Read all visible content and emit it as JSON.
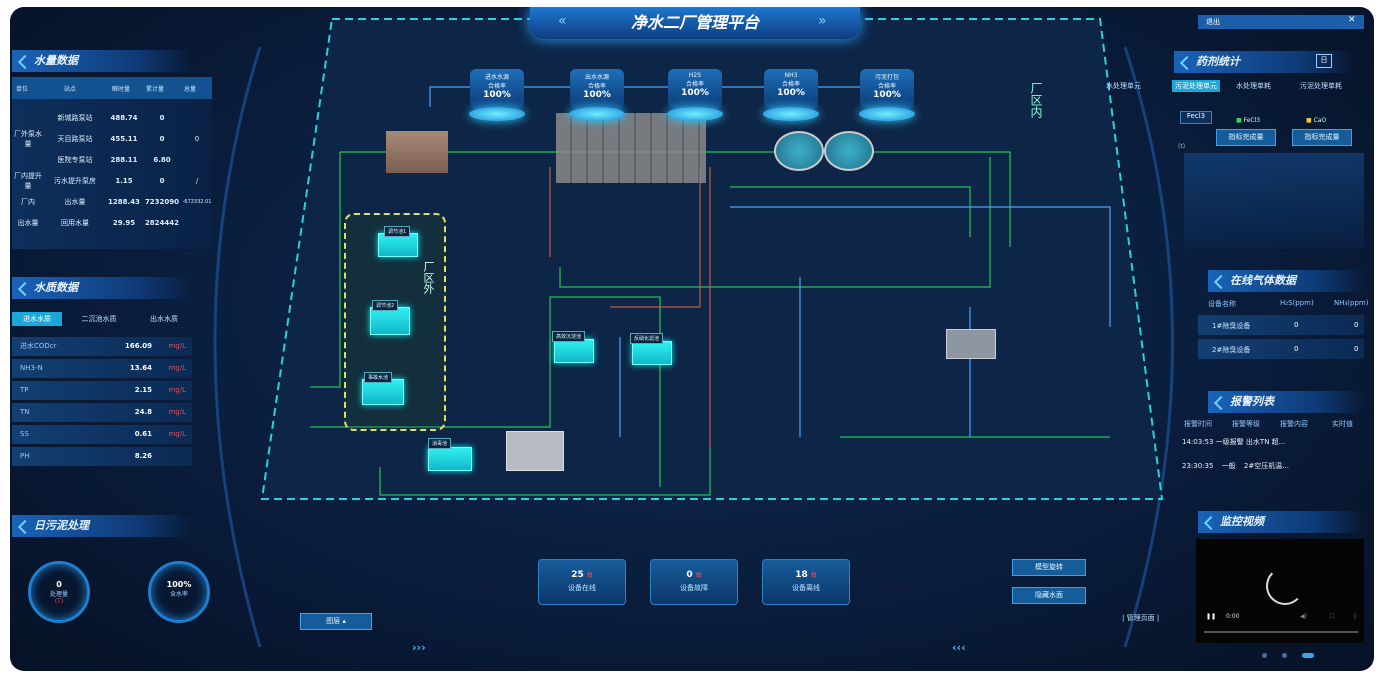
{
  "header": {
    "title": "净水二厂管理平台",
    "top_right": "退出"
  },
  "left": {
    "water_volume": {
      "title": "水量数据",
      "columns": [
        "单位",
        "站点",
        "瞬时量",
        "累计量",
        "总量"
      ],
      "rows": [
        {
          "unit": "",
          "site": "新城路泵站",
          "a": "488.74",
          "b": "0",
          "c": ""
        },
        {
          "unit": "厂外泵水量",
          "site": "天目路泵站",
          "a": "455.11",
          "b": "0",
          "c": "0"
        },
        {
          "unit": "",
          "site": "医院专泵站",
          "a": "288.11",
          "b": "6.80",
          "c": ""
        },
        {
          "unit": "厂内提升量",
          "site": "污水提升泵房",
          "a": "1.15",
          "b": "0",
          "c": "/"
        },
        {
          "unit": "厂内",
          "site": "出水量",
          "a": "1288.43",
          "b": "7232090",
          "c": "-672332.01"
        },
        {
          "unit": "出水量",
          "site": "回用水量",
          "a": "29.95",
          "b": "2824442",
          "c": ""
        }
      ]
    },
    "water_quality": {
      "title": "水质数据",
      "tabs": [
        "进水水质",
        "二沉池水质",
        "出水水质"
      ],
      "items": [
        {
          "name": "进水CODcr",
          "value": "166.09",
          "unit": "mg/L"
        },
        {
          "name": "NH3-N",
          "value": "13.64",
          "unit": "mg/L"
        },
        {
          "name": "TP",
          "value": "2.15",
          "unit": "mg/L"
        },
        {
          "name": "TN",
          "value": "24.8",
          "unit": "mg/L"
        },
        {
          "name": "SS",
          "value": "0.61",
          "unit": "mg/L"
        },
        {
          "name": "PH",
          "value": "8.26",
          "unit": ""
        }
      ]
    },
    "sludge": {
      "title": "日污泥处理",
      "g1": {
        "value": "0",
        "label": "处理量",
        "unit": "(T)"
      },
      "g2": {
        "value": "100%",
        "label": "含水率"
      }
    },
    "layer_btn": "图层"
  },
  "center": {
    "zone_in": "厂区内",
    "zone_out": "厂区外",
    "monitors": [
      {
        "name": "进水水源",
        "sub": "合格率",
        "pct": "100%"
      },
      {
        "name": "出水水源",
        "sub": "合格率",
        "pct": "100%"
      },
      {
        "name": "H2S",
        "sub": "合格率",
        "pct": "100%"
      },
      {
        "name": "NH3",
        "sub": "合格率",
        "pct": "100%"
      },
      {
        "name": "污泥打包",
        "sub": "合格率",
        "pct": "100%"
      }
    ],
    "tanks": [
      "调节池1",
      "调节池2",
      "事故水池",
      "高效沉淀池",
      "反硝化滤池",
      "消毒池"
    ],
    "bottom_buttons": [
      {
        "num": "25",
        "unit": "台",
        "label": "设备在线"
      },
      {
        "num": "0",
        "unit": "台",
        "label": "设备故障"
      },
      {
        "num": "18",
        "unit": "台",
        "label": "设备离线"
      }
    ],
    "side_buttons": [
      "模型旋转",
      "隐藏水面"
    ],
    "manage": "管理页面"
  },
  "right": {
    "dose": {
      "title": "药剂统计",
      "tabs": [
        "水处理单元",
        "污泥处理单元",
        "水处理单耗",
        "污泥处理单耗"
      ],
      "chem": "Fecl3",
      "legend": [
        "FeCl3",
        "CaO"
      ],
      "btns": [
        "指标完成量",
        "指标完成量"
      ],
      "axis": "(t)"
    },
    "gas": {
      "title": "在线气体数据",
      "columns": [
        "设备名称",
        "H₂S(ppm)",
        "NH₃(ppm)"
      ],
      "rows": [
        [
          "1#除臭设备",
          "0",
          "0"
        ],
        [
          "2#除臭设备",
          "0",
          "0"
        ]
      ]
    },
    "alarm": {
      "title": "报警列表",
      "columns": [
        "报警时间",
        "报警等级",
        "报警内容",
        "实时值"
      ],
      "rows": [
        [
          "14:03:53",
          "一级报警",
          "出水TN 超..."
        ],
        [
          "23:30:35",
          "一般",
          "2#空压机温..."
        ]
      ]
    },
    "video": {
      "title": "监控视频",
      "time": "0:00"
    }
  }
}
